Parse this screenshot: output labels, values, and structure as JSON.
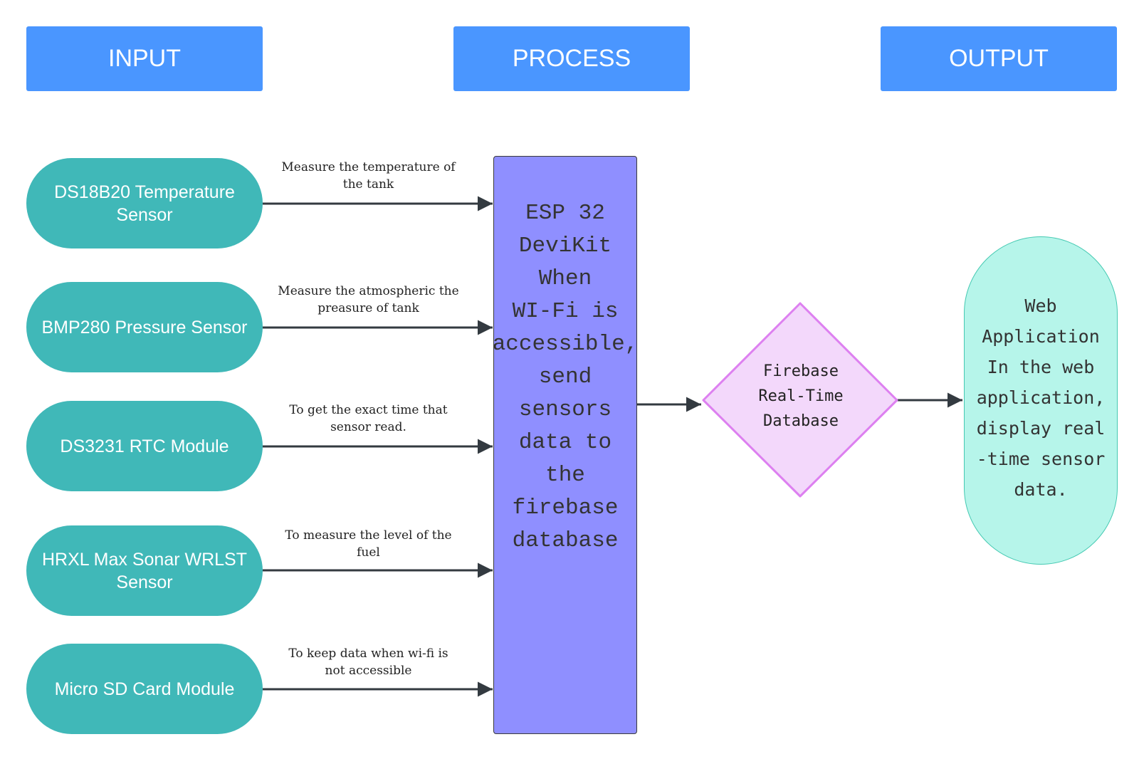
{
  "headers": {
    "input": "INPUT",
    "process": "PROCESS",
    "output": "OUTPUT"
  },
  "inputs": [
    {
      "name": "DS18B20 Temperature Sensor",
      "edge_label": "Measure the temperature of the tank"
    },
    {
      "name": "BMP280 Pressure Sensor",
      "edge_label": "Measure the atmospheric the preasure of tank"
    },
    {
      "name": "DS3231 RTC Module",
      "edge_label": "To get the exact time that sensor read."
    },
    {
      "name": "HRXL Max Sonar WRLST Sensor",
      "edge_label": "To measure the level of the fuel"
    },
    {
      "name": "Micro SD Card Module",
      "edge_label": "To keep data when wi-fi is not accessible"
    }
  ],
  "process": {
    "text": "ESP 32\nDeviKit\nWhen\nWI-Fi is\naccessible,\nsend\nsensors\ndata to\nthe\nfirebase\ndatabase"
  },
  "database": {
    "text": "Firebase\nReal-Time\nDatabase"
  },
  "output": {
    "text": "Web\nApplication\nIn the web\napplication,\ndisplay real\n-time sensor\ndata."
  },
  "colors": {
    "header_fill": "#4a96ff",
    "input_fill": "#40b8b8",
    "process_fill": "#8f8fff",
    "database_fill": "#f3d8fb",
    "database_stroke": "#dd80f0",
    "output_fill": "#b6f5ea",
    "output_stroke": "#45c9b2",
    "arrow": "#333a40"
  }
}
